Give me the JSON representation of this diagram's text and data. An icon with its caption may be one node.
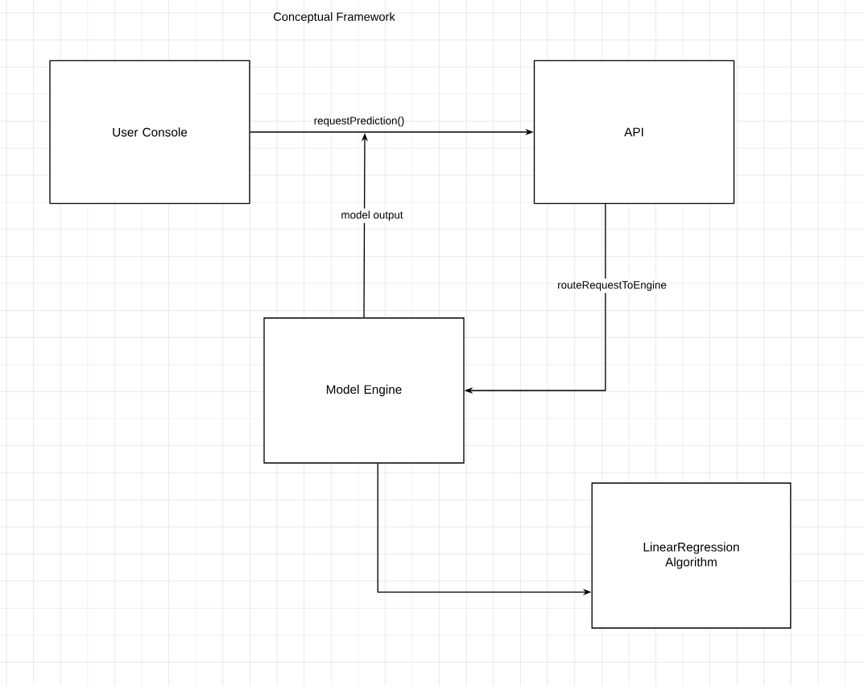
{
  "diagram": {
    "title": "Conceptual Framework",
    "nodes": [
      {
        "text": [
          "User Console"
        ]
      },
      {
        "text": [
          "API"
        ]
      },
      {
        "text": [
          "Model Engine"
        ]
      },
      {
        "text": [
          "LinearRegression Algorithm"
        ]
      }
    ],
    "edges": [
      {
        "from": 0,
        "to": 1,
        "arrow": "to",
        "label": "requestPrediction()"
      },
      {
        "from": 2,
        "to": null,
        "arrow": "to",
        "label": "model output"
      },
      {
        "from": 1,
        "to": 2,
        "arrow": "to",
        "label": "routeRequestToEngine"
      },
      {
        "from": 2,
        "to": 3,
        "arrow": "to"
      }
    ]
  }
}
